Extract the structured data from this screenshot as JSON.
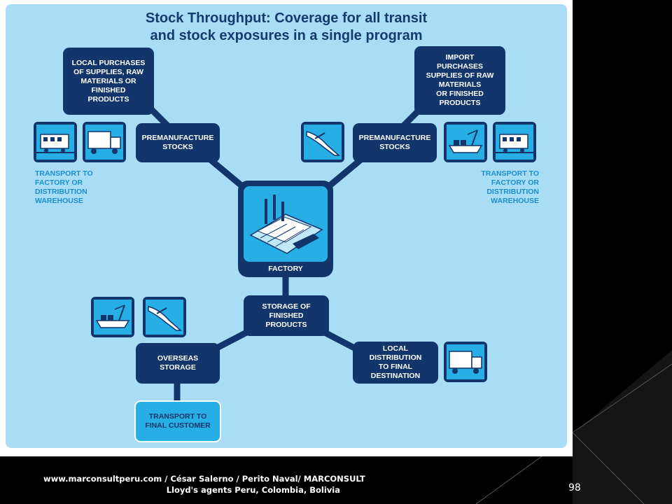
{
  "title": {
    "line1": "Stock Throughput: Coverage for all transit",
    "line2": "and stock exposures in a single program"
  },
  "boxes": {
    "local_purchases": [
      "LOCAL PURCHASES",
      "OF SUPPLIES, RAW",
      "MATERIALS OR",
      "FINISHED",
      "PRODUCTS"
    ],
    "import_purchases": [
      "IMPORT",
      "PURCHASES",
      "SUPPLIES OF RAW",
      "MATERIALS",
      "OR FINISHED",
      "PRODUCTS"
    ],
    "premanufacture_left": [
      "PREMANUFACTURE",
      "STOCKS"
    ],
    "premanufacture_right": [
      "PREMANUFACTURE",
      "STOCKS"
    ],
    "factory": "FACTORY",
    "storage_finished": [
      "STORAGE OF",
      "FINISHED",
      "PRODUCTS"
    ],
    "overseas_storage": [
      "OVERSEAS",
      "STORAGE"
    ],
    "local_distribution": [
      "LOCAL",
      "DISTRIBUTION",
      "TO FINAL",
      "DESTINATION"
    ],
    "transport_final_customer": [
      "TRANSPORT TO",
      "FINAL CUSTOMER"
    ]
  },
  "side_labels": {
    "left": [
      "TRANSPORT TO",
      "FACTORY OR",
      "DISTRIBUTION",
      "WAREHOUSE"
    ],
    "right": [
      "TRANSPORT TO",
      "FACTORY OR",
      "DISTRIBUTION",
      "WAREHOUSE"
    ]
  },
  "icons": {
    "train": "train-icon",
    "truck": "truck-icon",
    "plane": "airplane-icon",
    "ship": "cargo-ship-icon",
    "factory": "factory-icon"
  },
  "colors": {
    "navy": "#12356b",
    "light_blue_bg": "#a9dcf5",
    "accent_blue": "#27aee5",
    "label_blue": "#1a8fd0"
  },
  "footer": {
    "credit_line1": "www.marconsultperu.com / César Salerno / Perito Naval/ MARCONSULT",
    "credit_line2": "Lloyd's agents Peru, Colombia, Bolivia",
    "page_number": "98"
  }
}
